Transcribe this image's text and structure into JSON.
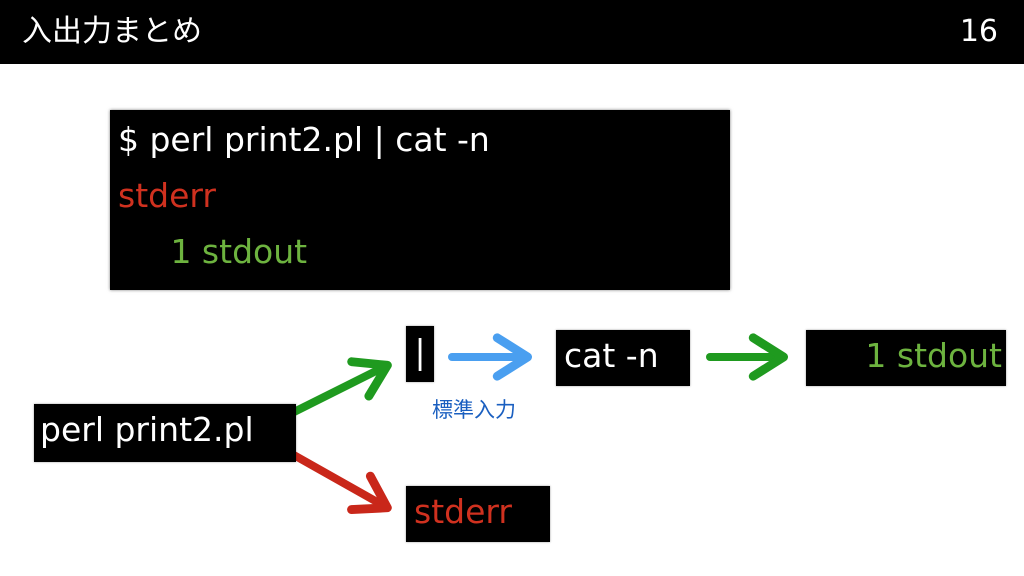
{
  "slide": {
    "title": "入出力まとめ",
    "page_number": "16"
  },
  "terminal": {
    "command": "$ perl print2.pl | cat -n",
    "stderr_line": "stderr",
    "stdout_line": "     1 stdout"
  },
  "diagram": {
    "source_label": "perl print2.pl",
    "pipe_label": "|",
    "filter_label": "cat -n",
    "output_label": "1 stdout",
    "stderr_label": "stderr",
    "stdin_label": "標準入力"
  },
  "colors": {
    "background": "#ffffff",
    "box": "#000000",
    "white_text": "#ffffff",
    "stderr_red": "#d0311f",
    "stdout_green": "#6db33f",
    "arrow_green": "#1f9a1f",
    "arrow_red": "#c9271a",
    "arrow_blue": "#4a9ff0",
    "stdin_label_blue": "#1a5fc0"
  }
}
